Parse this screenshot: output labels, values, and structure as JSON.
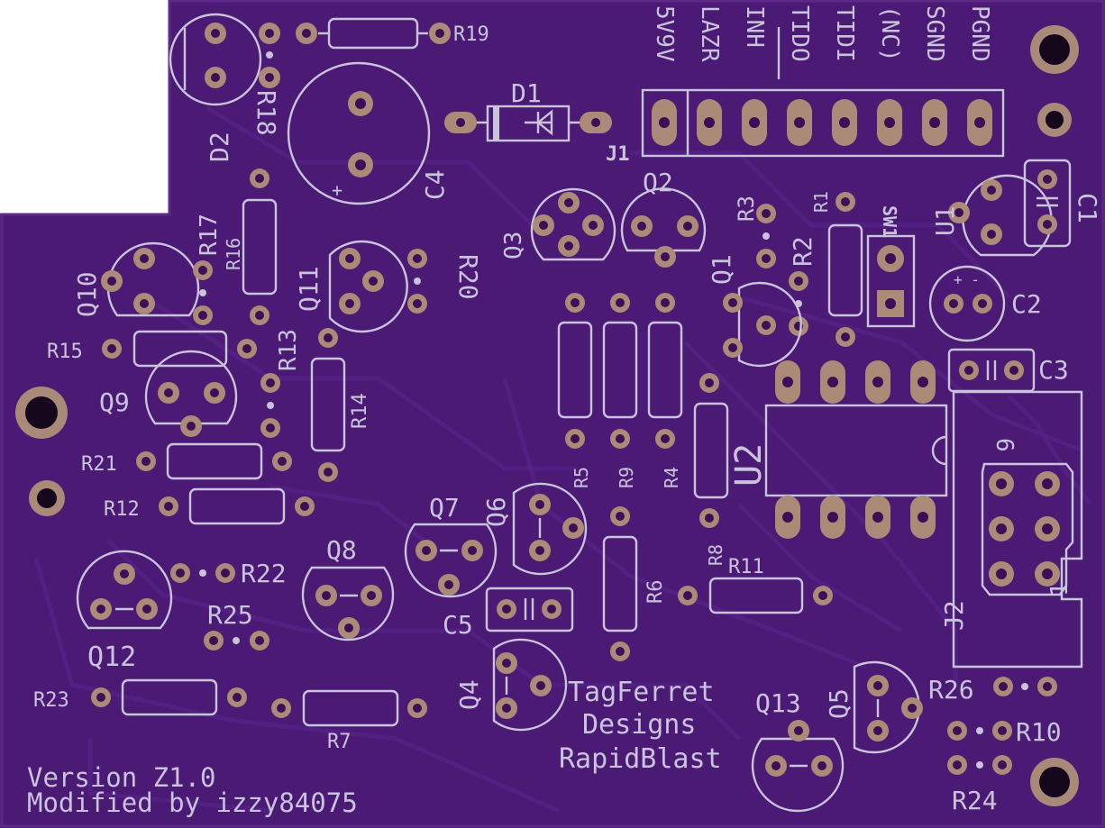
{
  "board": {
    "color": "#4a1a74",
    "silkscreen_color": "#c9c3dc",
    "pad_color": "#ac8a78",
    "text_left": [
      "Version Z1.0",
      "Modified by izzy84075"
    ],
    "logo_lines": [
      "TagFerret",
      "Designs",
      "RapidBlast"
    ]
  },
  "connector_j1": {
    "label": "J1",
    "pin_labels": [
      "5V9V",
      "LAZR",
      "INH",
      "TIDO",
      "TIDI",
      "(NC)",
      "SGND",
      "PGND"
    ]
  },
  "connector_j2": {
    "label": "J2",
    "pin1": "1",
    "pin6": "6"
  },
  "switch": {
    "label": "SW1"
  },
  "ic": {
    "label": "U2"
  },
  "components": {
    "capacitors": [
      "C1",
      "C2",
      "C3",
      "C4",
      "C5"
    ],
    "diodes": [
      "D1",
      "D2"
    ],
    "regulator": "U1",
    "transistors": [
      "Q1",
      "Q2",
      "Q3",
      "Q4",
      "Q5",
      "Q6",
      "Q7",
      "Q8",
      "Q9",
      "Q10",
      "Q11",
      "Q12",
      "Q13"
    ],
    "resistors": [
      "R1",
      "R2",
      "R3",
      "R4",
      "R5",
      "R6",
      "R7",
      "R8",
      "R9",
      "R10",
      "R11",
      "R12",
      "R13",
      "R14",
      "R15",
      "R16",
      "R17",
      "R18",
      "R19",
      "R20",
      "R21",
      "R22",
      "R23",
      "R24",
      "R25",
      "R26"
    ]
  }
}
